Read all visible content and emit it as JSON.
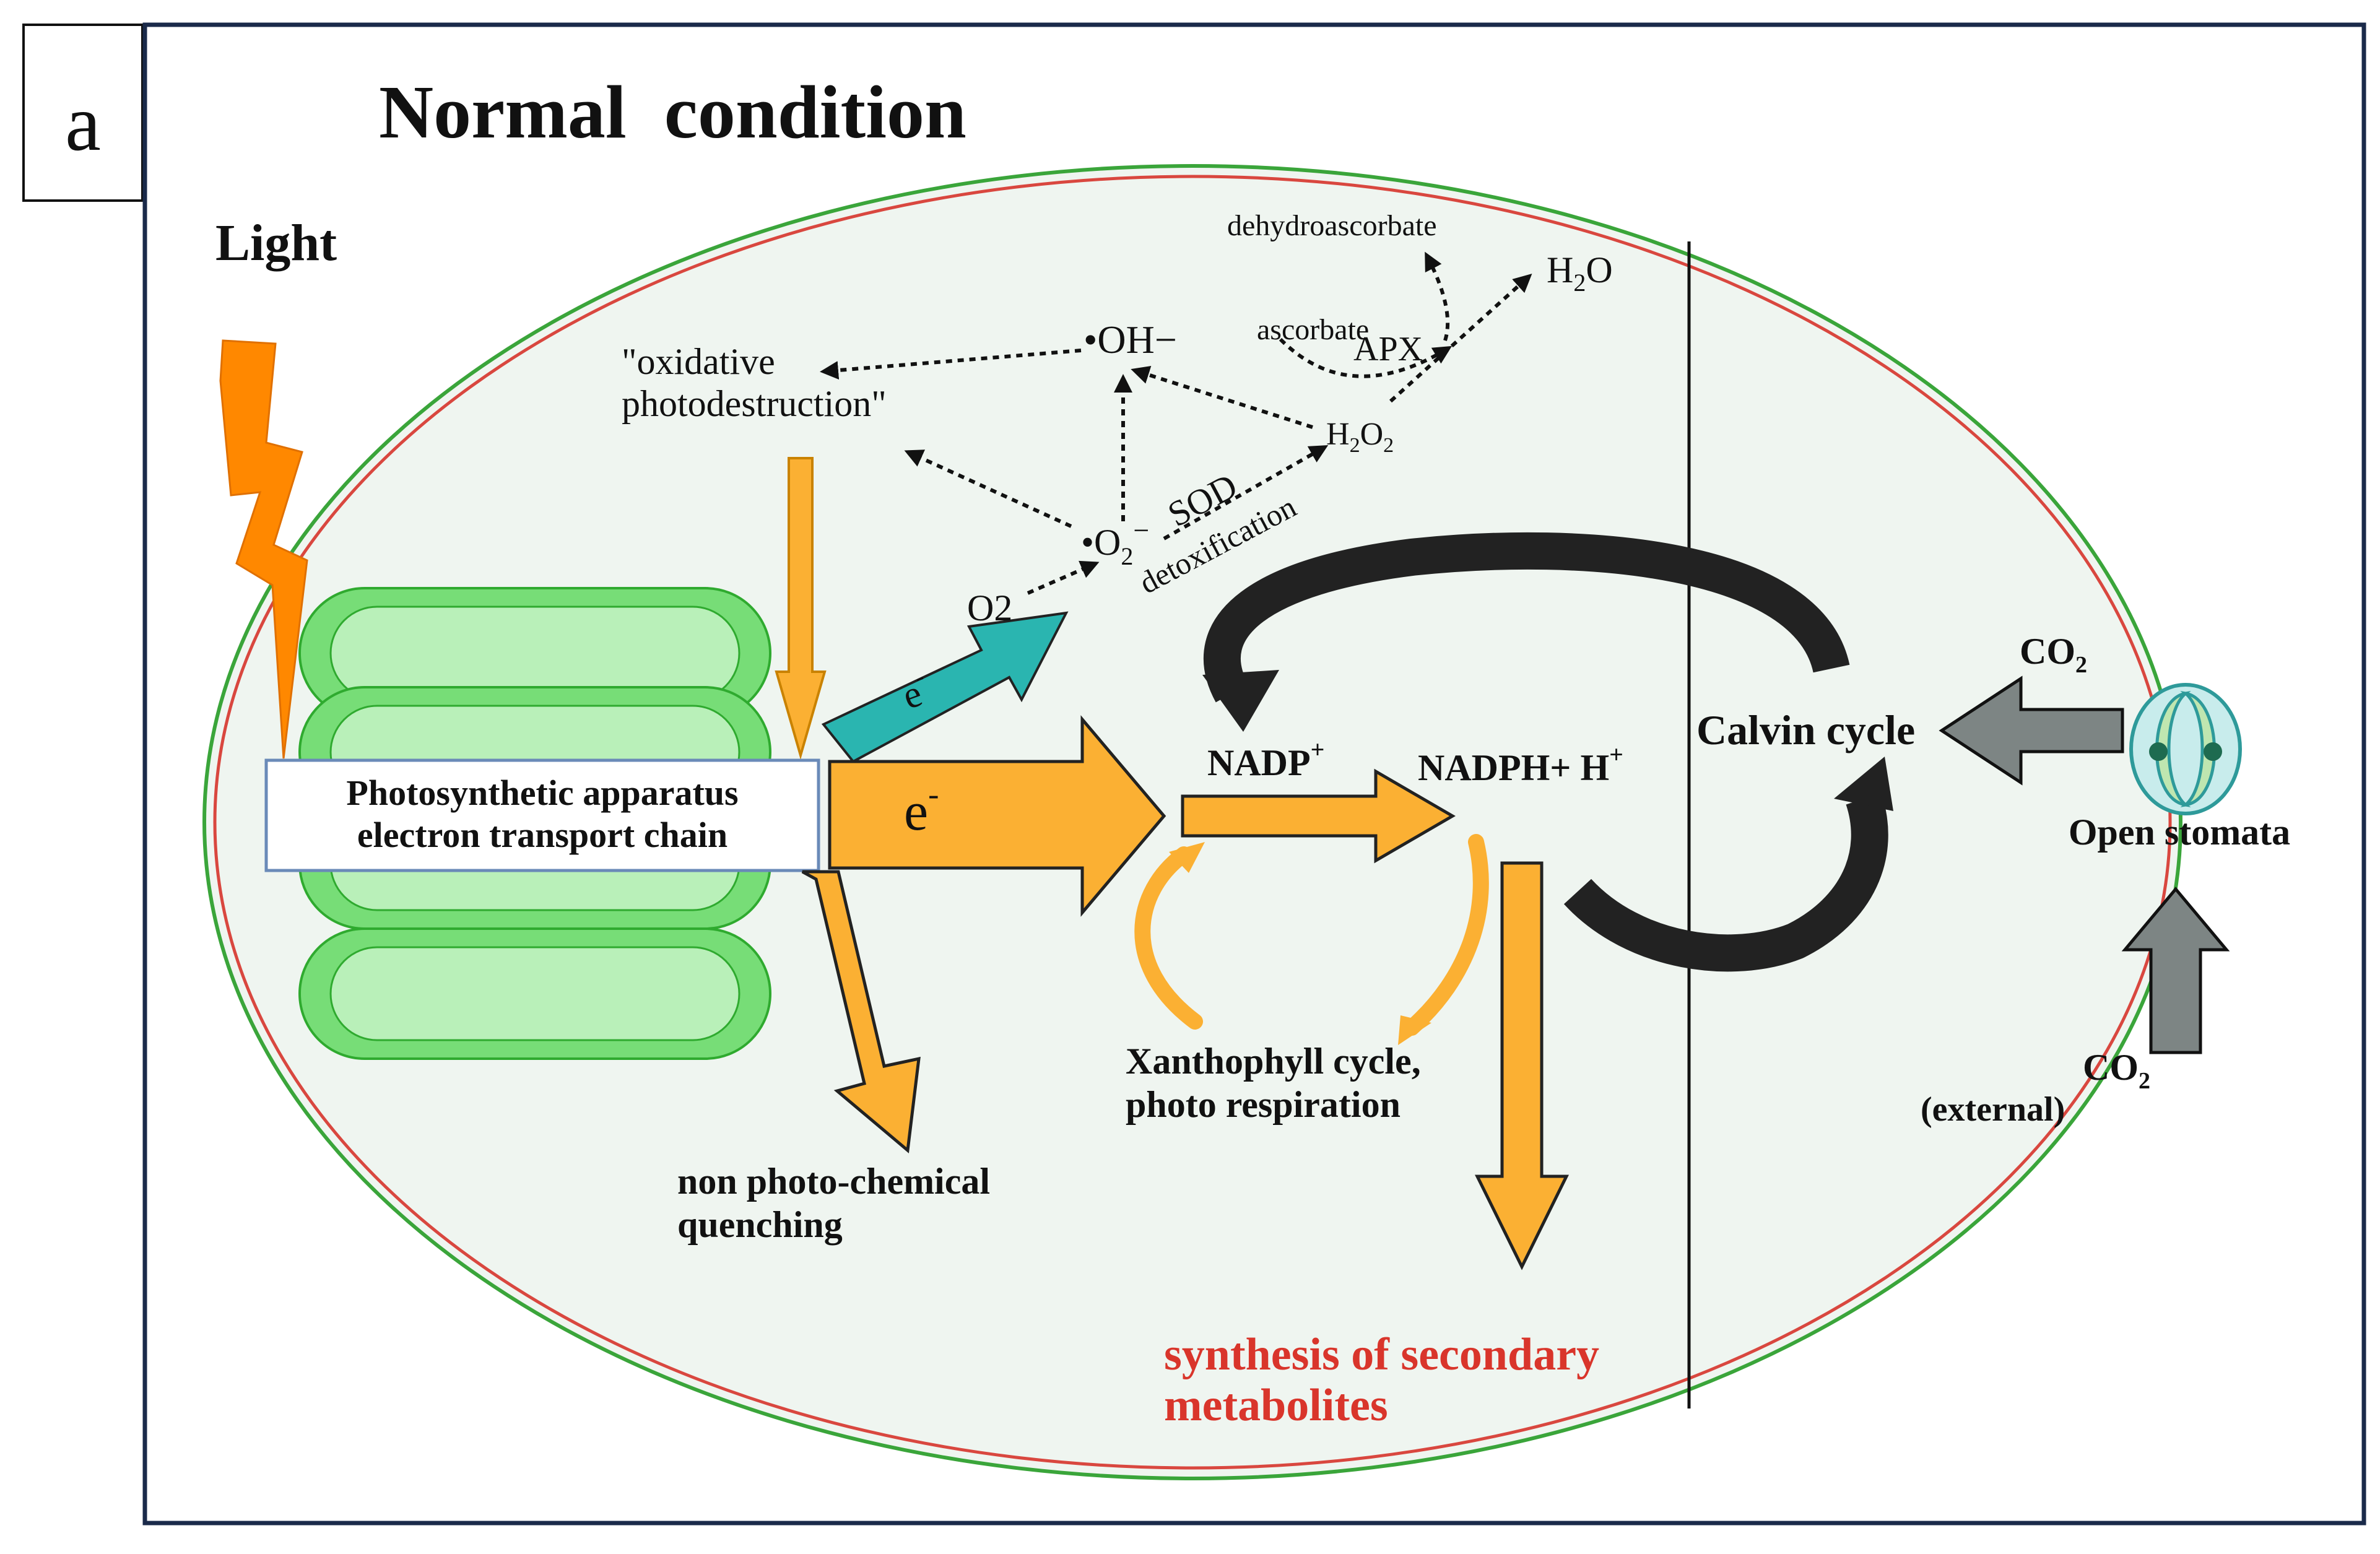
{
  "panel": {
    "letter": "a",
    "title": "Normal  condition"
  },
  "labels": {
    "light": "Light",
    "apparatus_line1": "Photosynthetic apparatus",
    "apparatus_line2": "electron transport chain",
    "e_minus_big": "e",
    "e_minus_small": "e",
    "o2": "O2",
    "o2_radical_main": "•O",
    "o2_radical_sub": "2",
    "o2_radical_sup": "−",
    "oh_radical": "•OH−",
    "h2o2_h": "H",
    "h2o2_sub1": "2",
    "h2o2_o": "O",
    "h2o2_sub2": "2",
    "h2o_h": "H",
    "h2o_sub": "2",
    "h2o_o": "O",
    "dehydroascorbate": "dehydroascorbate",
    "ascorbate": "ascorbate",
    "apx": "APX",
    "sod": "SOD",
    "detox": "detoxification",
    "oxidative_line1": "\"oxidative",
    "oxidative_line2": "photodestruction\"",
    "nadp": "NADP",
    "nadp_sup": "+",
    "nadph": "NADPH+ H",
    "nadph_sup": "+",
    "calvin": "Calvin cycle",
    "co2_top": "CO",
    "co2_top_sub": "2",
    "open_stomata": "Open stomata",
    "co2_bottom": "CO",
    "co2_bottom_sub": "2",
    "external": "(external)",
    "xantho_line1": "Xanthophyll cycle,",
    "xantho_line2": "photo respiration",
    "npq_line1": "non photo-chemical",
    "npq_line2": "quenching",
    "secondary_line1": "synthesis of secondary",
    "secondary_line2": "metabolites"
  },
  "colors": {
    "frame": "#1a2a4a",
    "cell_fill": "#eff5f0",
    "outer_membrane": "#3aa53a",
    "inner_membrane": "#d9473f",
    "thylakoid_outer": "#77dd77",
    "thylakoid_inner": "#b9f0b9",
    "orange": "#fbb033",
    "lightning": "#ff8800",
    "teal": "#2ab5b0",
    "black_arrow": "#222222",
    "grey_arrow": "#7d8584",
    "red_text": "#d9352b",
    "stomata": "#2e9a9a"
  }
}
